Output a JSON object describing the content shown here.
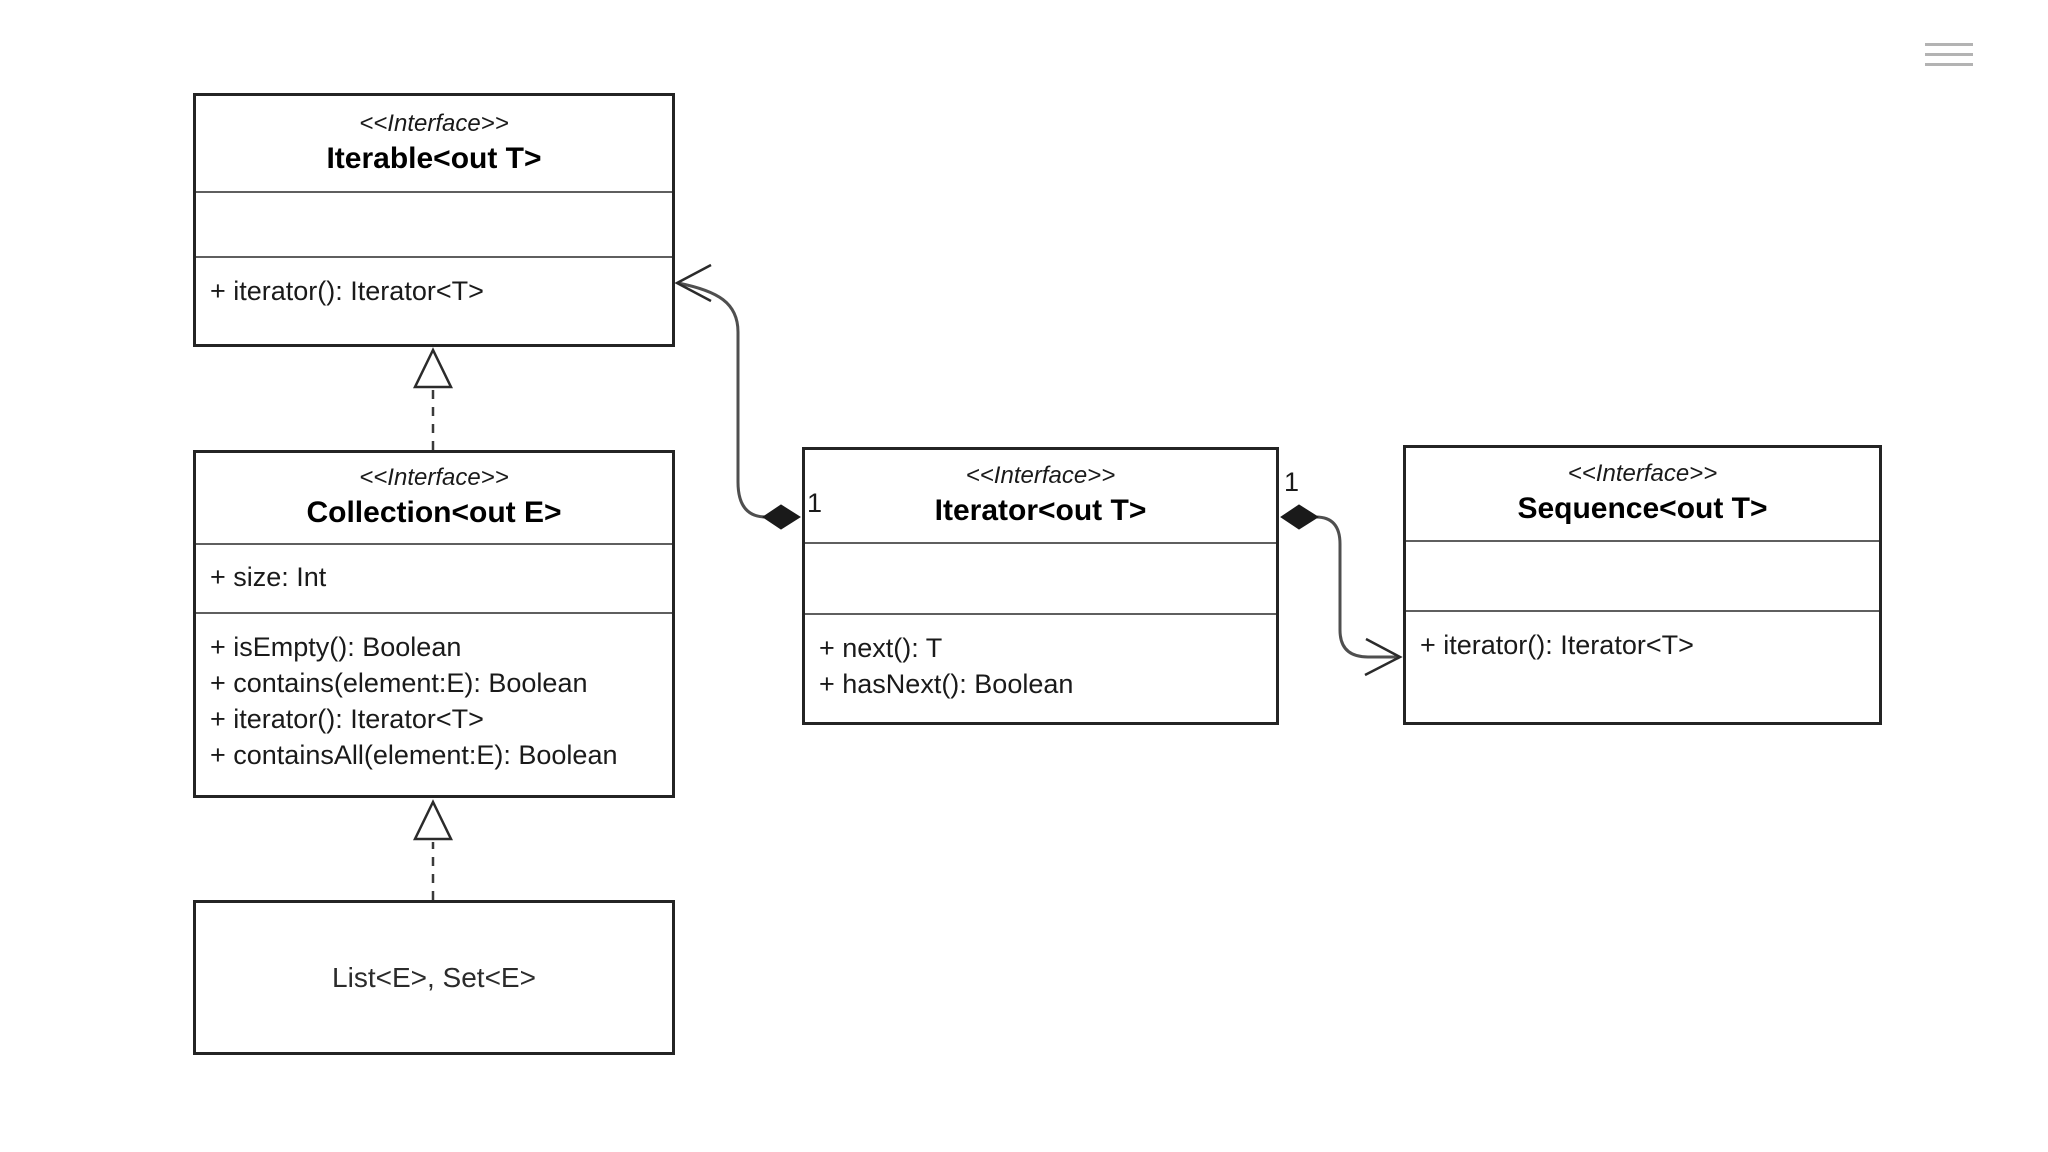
{
  "page": {
    "background": "#ffffff",
    "colors": {
      "box_border": "#242424",
      "section_divider": "#5f5f5f",
      "connector_line": "#4f4f4f",
      "diamond_fill": "#1a1a1a",
      "menu_icon_gray": "#b3b3b3",
      "text": "#1a1a1a"
    }
  },
  "menu": {
    "icon": "hamburger-menu"
  },
  "diagram": {
    "stereotype": "<<Interface>>",
    "classes": [
      {
        "id": "iterable",
        "name": "Iterable<out T>",
        "attributes": [],
        "methods": [
          "+ iterator(): Iterator<T>"
        ]
      },
      {
        "id": "collection",
        "name": "Collection<out E>",
        "attributes": [
          "+ size: Int"
        ],
        "methods": [
          "+ isEmpty(): Boolean",
          "+ contains(element:E): Boolean",
          "+ iterator(): Iterator<T>",
          "+ containsAll(element:E): Boolean"
        ]
      },
      {
        "id": "iterator",
        "name": "Iterator<out T>",
        "attributes": [],
        "methods": [
          "+ next(): T",
          "+ hasNext(): Boolean"
        ]
      },
      {
        "id": "sequence",
        "name": "Sequence<out T>",
        "attributes": [],
        "methods": [
          "+ iterator(): Iterator<T>"
        ]
      },
      {
        "id": "listset",
        "name": "List<E>, Set<E>"
      }
    ],
    "relationships": [
      {
        "type": "realization",
        "from": "Collection<out E>",
        "to": "Iterable<out T>"
      },
      {
        "type": "realization",
        "from": "List<E>, Set<E>",
        "to": "Collection<out E>"
      },
      {
        "type": "composition-arrow",
        "from": "Iterator<out T>",
        "to": "Iterable<out T>"
      },
      {
        "type": "composition-arrow",
        "from": "Iterator<out T>",
        "to": "Sequence<out T>"
      }
    ],
    "multiplicities": [
      "1",
      "1"
    ]
  }
}
